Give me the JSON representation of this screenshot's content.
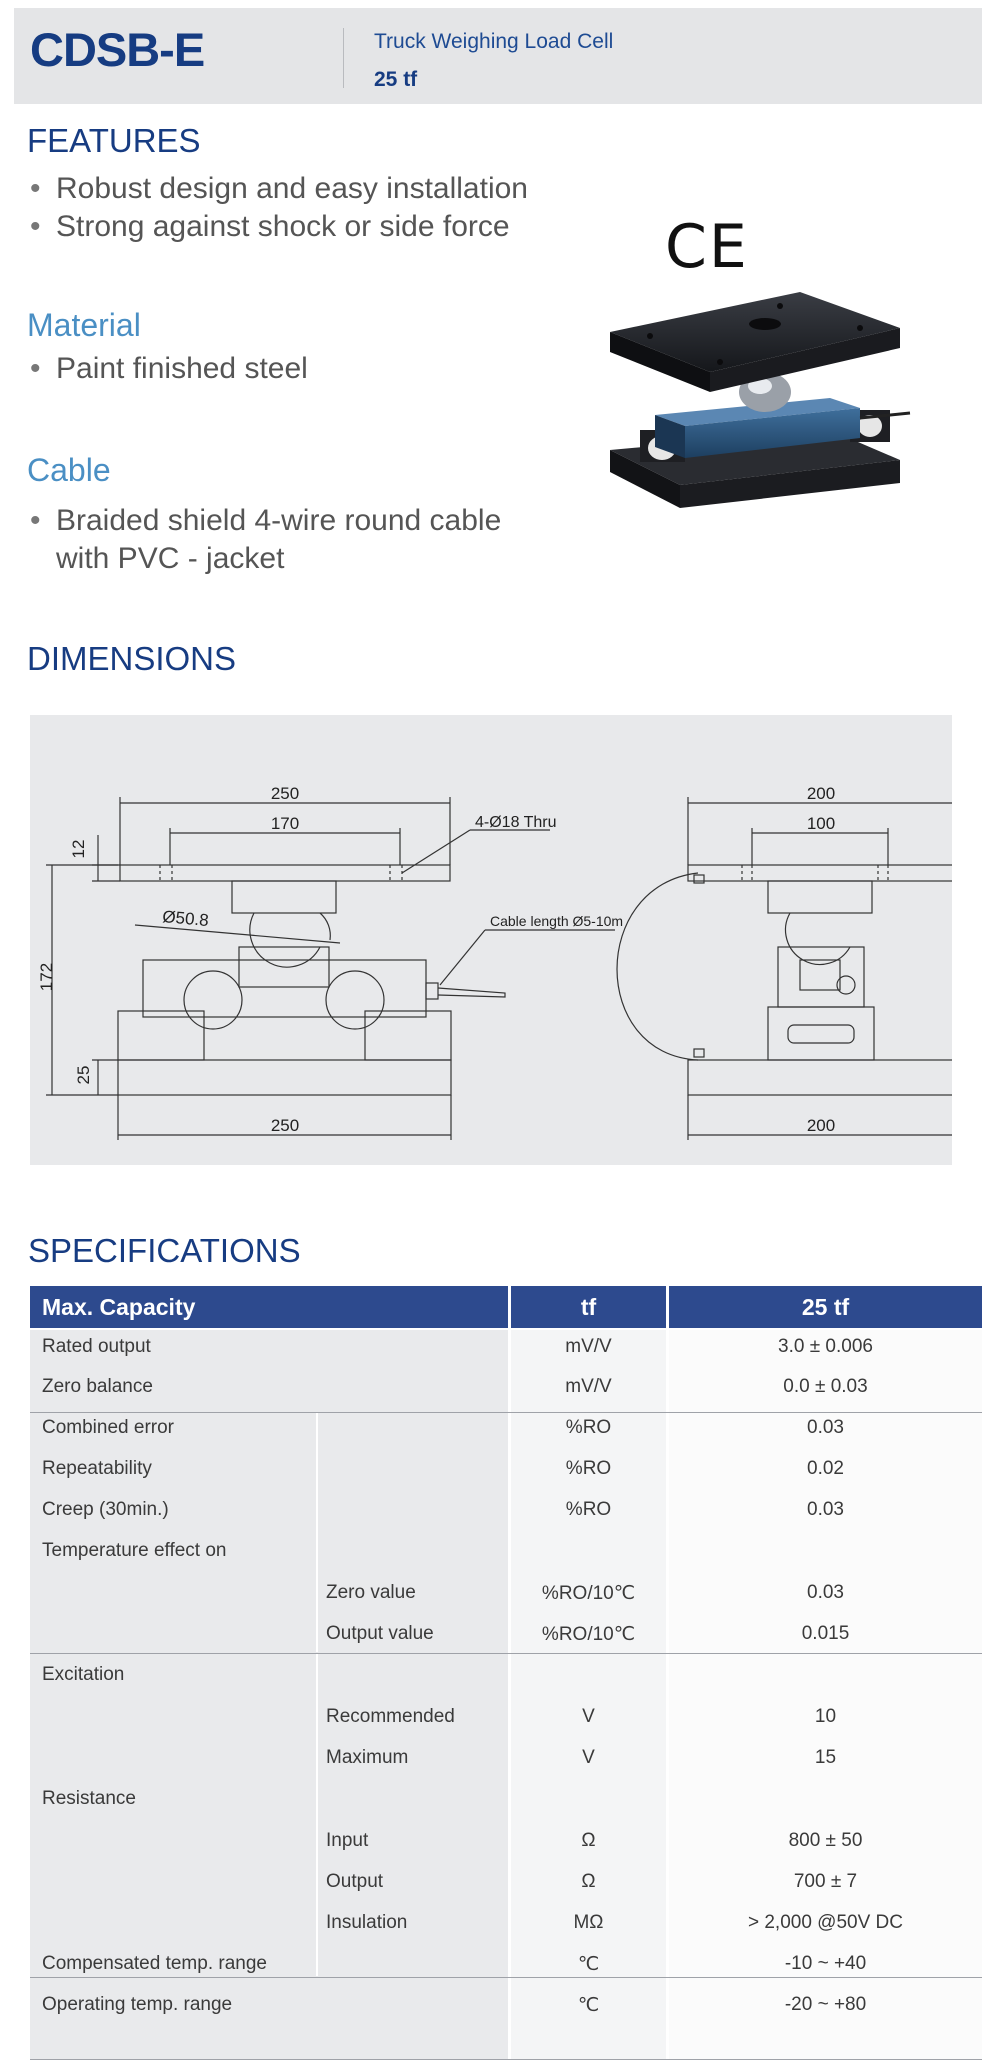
{
  "header": {
    "model": "CDSB-E",
    "subtitle": "Truck Weighing Load Cell",
    "capacity": "25 tf"
  },
  "features": {
    "heading": "FEATURES",
    "items": [
      "Robust design and easy installation",
      "Strong against shock or side force"
    ]
  },
  "material": {
    "heading": "Material",
    "items": [
      "Paint finished steel"
    ]
  },
  "cable": {
    "heading": "Cable",
    "line1": "Braided shield 4-wire round cable",
    "line2": "with PVC - jacket"
  },
  "ce_mark": "CE",
  "dimensions": {
    "heading": "DIMENSIONS",
    "labels": {
      "top_width": "250",
      "inner_width": "170",
      "plate_thickness": "12",
      "holes": "4-Ø18 Thru",
      "diameter": "Ø50.8",
      "cable": "Cable length Ø5-10m",
      "height": "172",
      "base_thickness": "25",
      "bottom_width": "250",
      "side_top_width": "200",
      "side_inner_width": "100",
      "side_bottom_width": "200"
    }
  },
  "specifications": {
    "heading": "SPECIFICATIONS",
    "header": {
      "name": "Max. Capacity",
      "unit": "tf",
      "value": "25 tf"
    },
    "rows": [
      {
        "name": "Rated output",
        "sub": "",
        "unit": "mV/V",
        "value": "3.0 ± 0.006"
      },
      {
        "name": "Zero balance",
        "sub": "",
        "unit": "mV/V",
        "value": "0.0 ± 0.03"
      },
      {
        "name": "Combined error",
        "sub": "",
        "unit": "%RO",
        "value": "0.03"
      },
      {
        "name": "Repeatability",
        "sub": "",
        "unit": "%RO",
        "value": "0.02"
      },
      {
        "name": "Creep (30min.)",
        "sub": "",
        "unit": "%RO",
        "value": "0.03"
      },
      {
        "name": "Temperature effect on",
        "sub": "",
        "unit": "",
        "value": ""
      },
      {
        "name": "",
        "sub": "Zero value",
        "unit": "%RO/10℃",
        "value": "0.03"
      },
      {
        "name": "",
        "sub": "Output  value",
        "unit": "%RO/10℃",
        "value": "0.015"
      },
      {
        "name": "Excitation",
        "sub": "",
        "unit": "",
        "value": ""
      },
      {
        "name": "",
        "sub": "Recommended",
        "unit": "V",
        "value": "10"
      },
      {
        "name": "",
        "sub": "Maximum",
        "unit": "V",
        "value": "15"
      },
      {
        "name": "Resistance",
        "sub": "",
        "unit": "",
        "value": ""
      },
      {
        "name": "",
        "sub": "Input",
        "unit": "Ω",
        "value": "800 ± 50"
      },
      {
        "name": "",
        "sub": "Output",
        "unit": "Ω",
        "value": "700 ± 7"
      },
      {
        "name": "",
        "sub": "Insulation",
        "unit": "MΩ",
        "value": "> 2,000 @50V DC"
      },
      {
        "name": "Compensated temp. range",
        "sub": "",
        "unit": "℃",
        "value": "-10 ~ +40"
      },
      {
        "name": "Operating temp. range",
        "sub": "",
        "unit": "℃",
        "value": "-20 ~ +80"
      }
    ]
  },
  "colors": {
    "brand": "#163c82",
    "accent": "#4a8fc4",
    "table_header": "#2d4a8e"
  }
}
